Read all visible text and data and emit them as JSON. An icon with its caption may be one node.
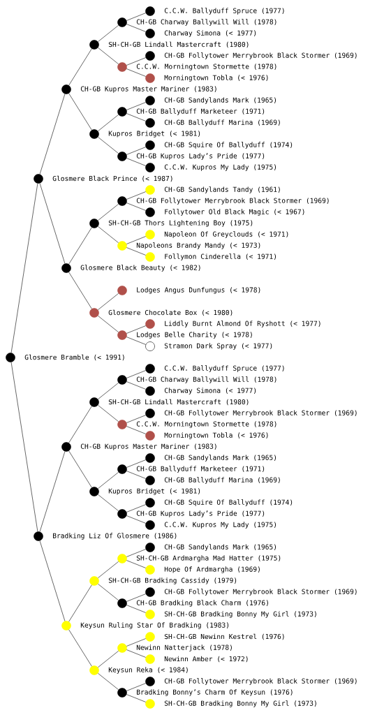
{
  "diagram": {
    "nodes": [
      {
        "text": [
          "C.C.W. Ballyduff Spruce (1977)"
        ]
      },
      {
        "text": [
          "CH-GB Charway Ballywill Will (1978)"
        ]
      },
      {
        "text": [
          "Charway Simona (< 1977)"
        ]
      },
      {
        "text": [
          "SH-CH-GB Lindall Mastercraft (1980)"
        ]
      },
      {
        "text": [
          "CH-GB Follytower Merrybrook Black Stormer (1969)"
        ]
      },
      {
        "text": [
          "C.C.W. Morningtown Stormette (1978)"
        ]
      },
      {
        "text": [
          "Morningtown Tobla (< 1976)"
        ]
      },
      {
        "text": [
          "CH-GB Kupros Master Mariner (1983)"
        ]
      },
      {
        "text": [
          "CH-GB Sandylands Mark (1965)"
        ]
      },
      {
        "text": [
          "CH-GB Ballyduff Marketeer (1971)"
        ]
      },
      {
        "text": [
          "CH-GB Ballyduff Marina (1969)"
        ]
      },
      {
        "text": [
          "Kupros Bridget (< 1981)"
        ]
      },
      {
        "text": [
          "CH-GB Squire Of Ballyduff (1974)"
        ]
      },
      {
        "text": [
          "CH-GB Kupros Lady’s Pride (1977)"
        ]
      },
      {
        "text": [
          "C.C.W. Kupros My Lady (1975)"
        ]
      },
      {
        "text": [
          "Glosmere Black Prince (< 1987)"
        ]
      },
      {
        "text": [
          "CH-GB Sandylands Tandy (1961)"
        ]
      },
      {
        "text": [
          "CH-GB Follytower Merrybrook Black Stormer (1969)"
        ]
      },
      {
        "text": [
          "Follytower Old Black Magic (< 1967)"
        ]
      },
      {
        "text": [
          "SH-CH-GB Thors Lightening Boy (1975)"
        ]
      },
      {
        "text": [
          "Napoleon Of Greyclouds (< 1971)"
        ]
      },
      {
        "text": [
          "Napoleons Brandy Mandy (< 1973)"
        ]
      },
      {
        "text": [
          "Follymon Cinderella (< 1971)"
        ]
      },
      {
        "text": [
          "Glosmere Black Beauty (< 1982)"
        ]
      },
      {
        "text": [
          "Lodges Angus Dunfungus (< 1978)"
        ]
      },
      {
        "text": [
          "Glosmere Chocolate Box (< 1980)"
        ]
      },
      {
        "text": [
          "Liddly Burnt Almond Of Ryshott (< 1977)"
        ]
      },
      {
        "text": [
          "Lodges Belle Charity (< 1978)"
        ]
      },
      {
        "text": [
          "Stramon Dark Spray (< 1977)"
        ]
      },
      {
        "text": [
          "Glosmere Bramble (< 1991)"
        ]
      },
      {
        "text": [
          "C.C.W. Ballyduff Spruce (1977)"
        ]
      },
      {
        "text": [
          "CH-GB Charway Ballywill Will (1978)"
        ]
      },
      {
        "text": [
          "Charway Simona (< 1977)"
        ]
      },
      {
        "text": [
          "SH-CH-GB Lindall Mastercraft (1980)"
        ]
      },
      {
        "text": [
          "CH-GB Follytower Merrybrook Black Stormer (1969)"
        ]
      },
      {
        "text": [
          "C.C.W. Morningtown Stormette (1978)"
        ]
      },
      {
        "text": [
          "Morningtown Tobla (< 1976)"
        ]
      },
      {
        "text": [
          "CH-GB Kupros Master Mariner (1983)"
        ]
      },
      {
        "text": [
          "CH-GB Sandylands Mark (1965)"
        ]
      },
      {
        "text": [
          "CH-GB Ballyduff Marketeer (1971)"
        ]
      },
      {
        "text": [
          "CH-GB Ballyduff Marina (1969)"
        ]
      },
      {
        "text": [
          "Kupros Bridget (< 1981)"
        ]
      },
      {
        "text": [
          "CH-GB Squire Of Ballyduff (1974)"
        ]
      },
      {
        "text": [
          "CH-GB Kupros Lady’s Pride (1977)"
        ]
      },
      {
        "text": [
          "C.C.W. Kupros My Lady (1975)"
        ]
      },
      {
        "text": [
          "Bradking Liz Of Glosmere (1986)"
        ]
      },
      {
        "text": [
          "CH-GB Sandylands Mark (1965)"
        ]
      },
      {
        "text": [
          "SH-CH-GB Ardmargha Mad Hatter (1975)"
        ]
      },
      {
        "text": [
          "Hope Of Ardmargha (1969)"
        ]
      },
      {
        "text": [
          "SH-CH-GB Bradking Cassidy (1979)"
        ]
      },
      {
        "text": [
          "CH-GB Follytower Merrybrook Black Stormer (1969)"
        ]
      },
      {
        "text": [
          "CH-GB Bradking Black Charm (1976)"
        ]
      },
      {
        "text": [
          "SH-CH-GB Bradking Bonny My Girl (1973)"
        ]
      },
      {
        "text": [
          "Keysun Ruling Star Of Bradking (1983)"
        ]
      },
      {
        "text": [
          "SH-CH-GB Newinn Kestrel (1976)"
        ]
      },
      {
        "text": [
          "Newinn Natterjack (1978)"
        ]
      },
      {
        "text": [
          "Newinn Amber (< 1972)"
        ]
      },
      {
        "text": [
          "Keysun Reka (< 1984)"
        ]
      },
      {
        "text": [
          "CH-GB Follytower Merrybrook Black Stormer (1969)"
        ]
      },
      {
        "text": [
          "Bradking Bonny’s Charm Of Keysun (1976)"
        ]
      },
      {
        "text": [
          "SH-CH-GB Bradking Bonny My Girl (1973)"
        ]
      }
    ],
    "edges": [
      {
        "from": 29,
        "to": 15,
        "arrow": "none"
      },
      {
        "from": 29,
        "to": 45,
        "arrow": "none"
      },
      {
        "from": 15,
        "to": 7,
        "arrow": "none"
      },
      {
        "from": 15,
        "to": 23,
        "arrow": "none"
      },
      {
        "from": 7,
        "to": 3,
        "arrow": "none"
      },
      {
        "from": 7,
        "to": 11,
        "arrow": "none"
      },
      {
        "from": 3,
        "to": 1,
        "arrow": "none"
      },
      {
        "from": 3,
        "to": 5,
        "arrow": "none"
      },
      {
        "from": 1,
        "to": 0,
        "arrow": "none"
      },
      {
        "from": 1,
        "to": 2,
        "arrow": "none"
      },
      {
        "from": 5,
        "to": 4,
        "arrow": "none"
      },
      {
        "from": 5,
        "to": 6,
        "arrow": "none"
      },
      {
        "from": 11,
        "to": 9,
        "arrow": "none"
      },
      {
        "from": 11,
        "to": 13,
        "arrow": "none"
      },
      {
        "from": 9,
        "to": 8,
        "arrow": "none"
      },
      {
        "from": 9,
        "to": 10,
        "arrow": "none"
      },
      {
        "from": 13,
        "to": 12,
        "arrow": "none"
      },
      {
        "from": 13,
        "to": 14,
        "arrow": "none"
      },
      {
        "from": 23,
        "to": 19,
        "arrow": "none"
      },
      {
        "from": 23,
        "to": 25,
        "arrow": "none"
      },
      {
        "from": 19,
        "to": 17,
        "arrow": "none"
      },
      {
        "from": 19,
        "to": 21,
        "arrow": "none"
      },
      {
        "from": 17,
        "to": 16,
        "arrow": "none"
      },
      {
        "from": 17,
        "to": 18,
        "arrow": "none"
      },
      {
        "from": 21,
        "to": 20,
        "arrow": "none"
      },
      {
        "from": 21,
        "to": 22,
        "arrow": "none"
      },
      {
        "from": 25,
        "to": 24,
        "arrow": "none"
      },
      {
        "from": 25,
        "to": 27,
        "arrow": "none"
      },
      {
        "from": 27,
        "to": 26,
        "arrow": "none"
      },
      {
        "from": 27,
        "to": 28,
        "arrow": "none"
      },
      {
        "from": 45,
        "to": 37,
        "arrow": "none"
      },
      {
        "from": 45,
        "to": 53,
        "arrow": "none"
      },
      {
        "from": 37,
        "to": 33,
        "arrow": "none"
      },
      {
        "from": 37,
        "to": 41,
        "arrow": "none"
      },
      {
        "from": 33,
        "to": 31,
        "arrow": "none"
      },
      {
        "from": 33,
        "to": 35,
        "arrow": "none"
      },
      {
        "from": 31,
        "to": 30,
        "arrow": "none"
      },
      {
        "from": 31,
        "to": 32,
        "arrow": "none"
      },
      {
        "from": 35,
        "to": 34,
        "arrow": "none"
      },
      {
        "from": 35,
        "to": 36,
        "arrow": "none"
      },
      {
        "from": 41,
        "to": 39,
        "arrow": "none"
      },
      {
        "from": 41,
        "to": 43,
        "arrow": "none"
      },
      {
        "from": 39,
        "to": 38,
        "arrow": "none"
      },
      {
        "from": 39,
        "to": 40,
        "arrow": "none"
      },
      {
        "from": 43,
        "to": 42,
        "arrow": "none"
      },
      {
        "from": 43,
        "to": 44,
        "arrow": "none"
      },
      {
        "from": 53,
        "to": 49,
        "arrow": "none"
      },
      {
        "from": 53,
        "to": 57,
        "arrow": "none"
      },
      {
        "from": 49,
        "to": 47,
        "arrow": "none"
      },
      {
        "from": 49,
        "to": 51,
        "arrow": "none"
      },
      {
        "from": 47,
        "to": 46,
        "arrow": "none"
      },
      {
        "from": 47,
        "to": 48,
        "arrow": "none"
      },
      {
        "from": 51,
        "to": 50,
        "arrow": "none"
      },
      {
        "from": 51,
        "to": 52,
        "arrow": "none"
      },
      {
        "from": 57,
        "to": 55,
        "arrow": "none"
      },
      {
        "from": 57,
        "to": 59,
        "arrow": "none"
      },
      {
        "from": 55,
        "to": 54,
        "arrow": "none"
      },
      {
        "from": 55,
        "to": 56,
        "arrow": "none"
      },
      {
        "from": 59,
        "to": 58,
        "arrow": "none"
      },
      {
        "from": 59,
        "to": 60,
        "arrow": "none"
      }
    ]
  }
}
